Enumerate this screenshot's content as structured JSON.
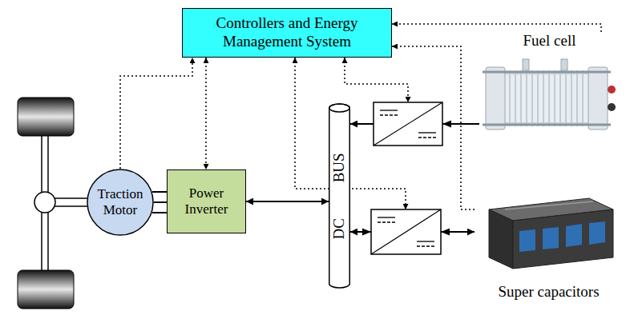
{
  "diagram": {
    "nodes": [
      {
        "text": [
          "Controllers and Energy Management System"
        ]
      },
      {
        "text": [
          "Traction Motor"
        ]
      },
      {
        "text": [
          "Power Inverter"
        ]
      },
      {
        "text": [
          "DC BUS"
        ]
      },
      {
        "text": [
          "Fuel cell"
        ]
      },
      {
        "text": [
          "Super capacitors"
        ]
      }
    ],
    "edges": [
      {
        "from": 1,
        "to": 0,
        "arrow": "to"
      },
      {
        "from": 0,
        "to": 2,
        "arrow": "both"
      },
      {
        "from": 1,
        "to": 2,
        "arrow": "none"
      },
      {
        "from": 2,
        "to": 3,
        "arrow": "both"
      },
      {
        "from": 4,
        "to": 3,
        "arrow": "to"
      },
      {
        "from": 5,
        "to": 3,
        "arrow": "both"
      },
      {
        "from": 4,
        "to": 0,
        "arrow": "to"
      },
      {
        "from": 5,
        "to": 0,
        "arrow": "to"
      }
    ]
  }
}
